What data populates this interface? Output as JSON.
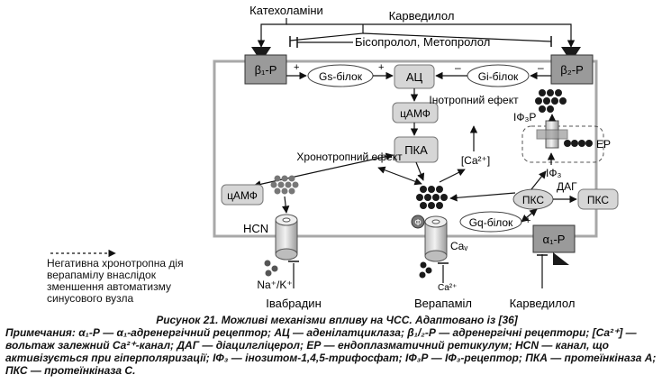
{
  "labels": {
    "katecholamines": "Катехоламіни",
    "carvedilol_top": "Карведилол",
    "bisoprolol": "Бісопролол, Метопролол",
    "b1r": "β₁-Р",
    "b2r": "β₂-Р",
    "gs": "Gs-білок",
    "gi": "Gi-білок",
    "ac": "АЦ",
    "camp_center": "цАМФ",
    "pka": "ПКА",
    "inotropic": "Інотропний ефект",
    "chronotropic": "Хронотропний ефект",
    "ca_bracket": "[Ca²⁺]",
    "ip3r": "ІФ₃Р",
    "er": "ЕР",
    "ip3": "ІФ₃",
    "pkc1": "ПКС",
    "pkc2": "ПКС",
    "dag": "ДАГ",
    "gq": "Gq-білок",
    "a1r": "α₁-Р",
    "camp_left": "цАМФ",
    "hcn": "HCN",
    "nak": "Na⁺/K⁺",
    "cav": "Caᵥ",
    "ca2": "Ca²⁺",
    "phi": "Ф",
    "ivabradine": "Івабрадин",
    "verapamil": "Верапаміл",
    "carvedilol_bottom": "Карведилол",
    "plus": "+",
    "minus": "–",
    "legend": "Негативна хронотропна дія верапамілу внаслідок зменшення автоматизму синусового вузла"
  },
  "caption": {
    "title": "Рисунок 21. Можливі механізми впливу на ЧСС. Адаптовано із [36]",
    "notes": "Примечания: α₁-Р — α₁-адренергічний рецептор; АЦ — аденілатциклаза; β₁/₂-Р — адренергічні рецептори; [Ca²⁺] — вольтаж залежний Ca²⁺-канал; ДАГ — діацилгліцерол; ЕР — ендоплазматичний ретикулум; HCN — канал, що активізується при гіперполяризації; ІФ₃ — інозитом-1,4,5-трифосфат; ІФ₃Р — ІФ₃-рецептор; ПКА — протеїнкіназа А; ПКС — протеїнкіназа С."
  },
  "colors": {
    "receptor": "#9a9a9a",
    "node": "#d6d6d6",
    "cell_border": "#a8a8a8",
    "dark": "#1a1a1a"
  }
}
